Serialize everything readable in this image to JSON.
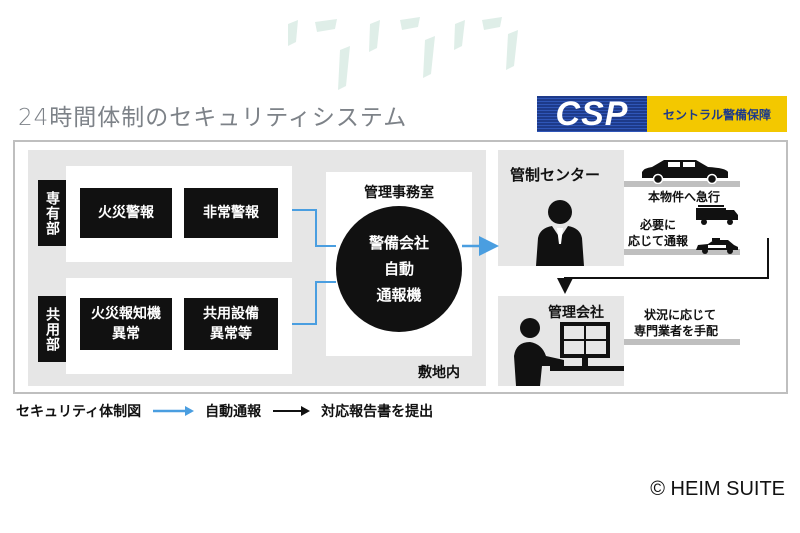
{
  "title": "24時間体制のセキュリティシステム",
  "logo": {
    "mark": "CSP",
    "name": "セントラル警備保障"
  },
  "sections": {
    "private": {
      "label": "専有部",
      "items": [
        "火災警報",
        "非常警報"
      ]
    },
    "common": {
      "label": "共用部",
      "items": [
        "火災報知機\n異常",
        "共用設備\n異常等"
      ]
    }
  },
  "office": {
    "title": "管理事務室",
    "device_lines": [
      "警備会社",
      "自動",
      "通報機"
    ]
  },
  "premises_label": "敷地内",
  "control_center": {
    "title": "管制センター",
    "dispatch": "本物件へ急行",
    "notify_line1": "必要に",
    "notify_line2": "応じて通報"
  },
  "management": {
    "title": "管理会社",
    "arrange_line1": "状況に応じて",
    "arrange_line2": "専門業者を手配"
  },
  "legend": {
    "title": "セキュリティ体制図",
    "auto": "自動通報",
    "report": "対応報告書を提出"
  },
  "copyright": "© HEIM SUITE",
  "colors": {
    "auto_arrow": "#4a9ee0",
    "report_arrow": "#111111",
    "panel": "#e6e6e6",
    "logo_blue": "#1d3a8a",
    "logo_yellow": "#f3c800"
  }
}
